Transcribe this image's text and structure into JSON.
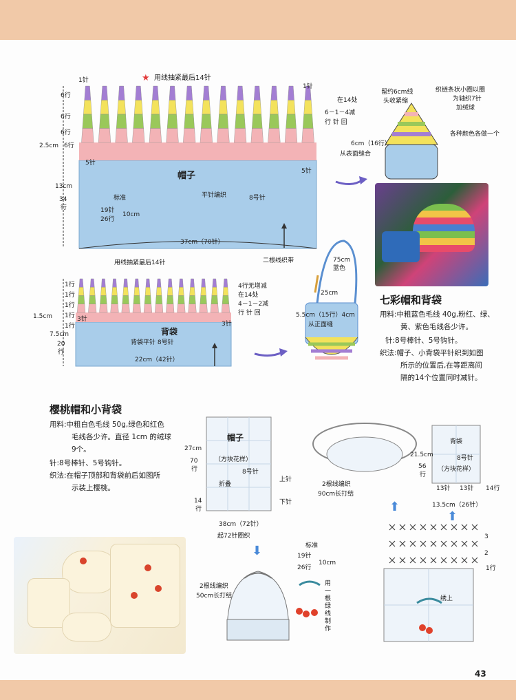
{
  "colors": {
    "blue": "#a9cdea",
    "purple": "#a37ed3",
    "yellow": "#f3e25c",
    "green": "#9ac85a",
    "pink": "#f3b3b6",
    "accent_red": "#e23b3b",
    "arrow": "#6c5fc4"
  },
  "hat": {
    "top_note": "用线抽紧最后14针",
    "st1_left": "1针",
    "st1_right": "1针",
    "rows6": [
      "6行",
      "6行",
      "6行"
    ],
    "row_25": "2.5cm",
    "row_25b": "6行",
    "five_left": "5针",
    "five_right": "5针",
    "side_note1": "在14处",
    "side_note2": "6－1－4减",
    "side_note3": "行 针 回",
    "label": "帽子",
    "std": "标准",
    "pattern": "平针编织",
    "needle": "8号针",
    "gauge_rows1": "19针",
    "gauge_rows2": "26行",
    "gauge_cm": "10cm",
    "height_cm": "13cm",
    "height_rows": "34",
    "height_rows_unit": "行",
    "width": "37cm（70针）"
  },
  "bag": {
    "top_note": "用线抽紧最后14针",
    "rows": [
      "1行",
      "1行",
      "1行",
      "1行",
      "1行"
    ],
    "row_15": "1.5cm",
    "three_left": "3针",
    "three_right": "3针",
    "side_note1": "4行无增减",
    "side_note2": "在14处",
    "side_note3": "4－1－2减",
    "side_note4": "行 针 回",
    "label": "背袋",
    "pattern": "背袋平针 8号针",
    "height_cm": "7.5cm",
    "height_rows": "20",
    "height_rows_unit": "行",
    "width": "22cm（42针）"
  },
  "hat_right": {
    "note1": "留约6cm线",
    "note2": "头收紧缩",
    "note3": "织链条状小圈以圈",
    "note4": "为轴织7针",
    "note5": "加绒球",
    "note6": "各种颜色各做一个",
    "note7": "6cm（16行）",
    "note8": "从表面缝合"
  },
  "strap": {
    "note1": "二根线织带",
    "len1": "75cm",
    "len1b": "蓝色",
    "len2": "25cm",
    "note2": "5.5cm（15行）4cm",
    "note3": "从正面缝"
  },
  "section1": {
    "title": "七彩帽和背袋",
    "materials": "用料:中粗蓝色毛线 40g,粉红、绿、",
    "materials2": "黄、紫色毛线各少许。",
    "needle": "针:8号棒针、5号钩针。",
    "method1": "织法:帽子、小背袋平针织到如图",
    "method2": "所示的位置后,在等距离间",
    "method3": "隔的14个位置同时减针。"
  },
  "section2": {
    "title": "樱桃帽和小背袋",
    "materials": "用料:中粗白色毛线 50g,绿色和红色",
    "materials2": "毛线各少许。直径 1cm 的绒球",
    "materials3": "9个。",
    "needle": "针:8号棒针、5号钩针。",
    "method1": "织法:在帽子顶部和背袋前后如图所",
    "method2": "示装上樱桃。"
  },
  "hat2": {
    "label": "帽子",
    "motif": "（方块花样）",
    "needle": "8号针",
    "fold": "折叠",
    "up": "上针",
    "down": "下针",
    "h1": "27cm",
    "h2": "70",
    "h3": "行",
    "h4": "14",
    "h5": "行",
    "width": "38cm（72针）",
    "cast": "起72针圈织"
  },
  "bag2": {
    "label": "背袋",
    "needle": "8号针",
    "motif": "（方块花样）",
    "h1": "21.5cm",
    "h2": "56",
    "h3": "行",
    "s1": "13针",
    "s2": "13针",
    "rows14": "14行",
    "width": "13.5cm（26针）"
  },
  "gauge2": {
    "std": "标准",
    "rows1": "19针",
    "rows2": "26行",
    "cm": "10cm"
  },
  "tie1": {
    "a": "2根线编织",
    "b": "90cm长打结"
  },
  "tie2": {
    "a": "2根线编织",
    "b": "50cm长打结"
  },
  "cherry_note": {
    "a": "用",
    "b": "一",
    "c": "根",
    "d": "绿",
    "e": "线",
    "f": "制",
    "g": "作"
  },
  "chart_rows": {
    "r1": "1行",
    "r2": "2",
    "r3": "3"
  },
  "embroider": "绣上",
  "page_number": "43"
}
